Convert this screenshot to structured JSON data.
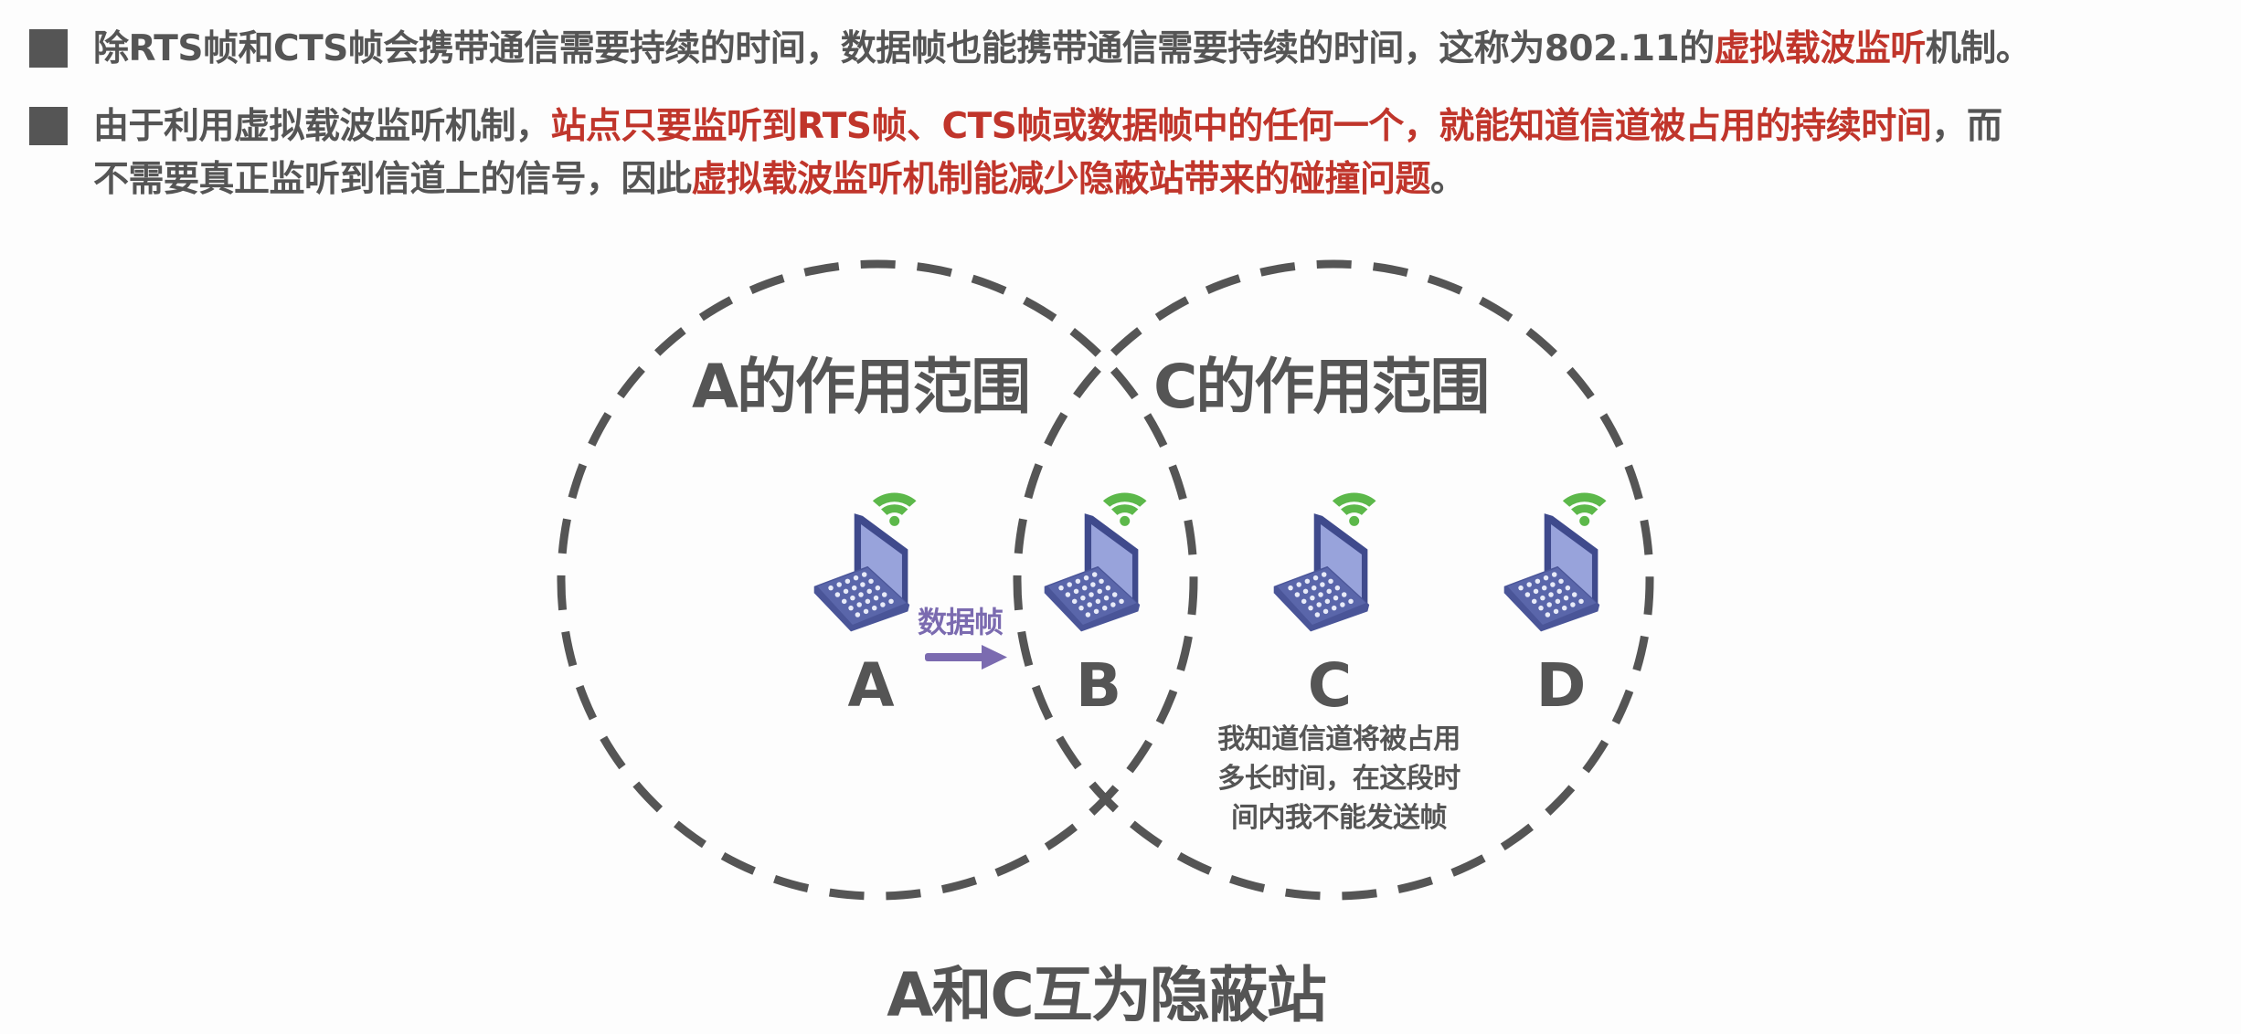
{
  "colors": {
    "text_gray": "#555555",
    "highlight_red": "#c0352b",
    "arrow_purple": "#7b6bb0",
    "laptop_blue": "#4a5598",
    "screen_blue": "#98a3db",
    "wifi_green": "#5cb84a",
    "circle_dash": "#555555"
  },
  "bullets": [
    {
      "icon": "square-bullet-icon",
      "segments": [
        {
          "text": "除RTS帧和CTS帧会携带通信需要持续的时间，数据帧也能携带通信需要持续的时间，这称为802.11的",
          "highlight": false
        },
        {
          "text": "虚拟载波监听",
          "highlight": true
        },
        {
          "text": "机制。",
          "highlight": false
        }
      ]
    },
    {
      "icon": "square-bullet-icon",
      "line1": [
        {
          "text": "由于利用虚拟载波监听机制，",
          "highlight": false
        },
        {
          "text": "站点只要监听到RTS帧、CTS帧或数据帧中的任何一个，就能知道信道被占用的持续时间",
          "highlight": true
        },
        {
          "text": "，而",
          "highlight": false
        }
      ],
      "line2": [
        {
          "text": "不需要真正监听到信道上的信号，因此",
          "highlight": false
        },
        {
          "text": "虚拟载波监听机制能减少隐蔽站带来的碰撞问题",
          "highlight": true
        },
        {
          "text": "。",
          "highlight": false
        }
      ]
    }
  ],
  "diagram": {
    "ranges": [
      {
        "title": "A的作用范围",
        "owner": "A"
      },
      {
        "title": "C的作用范围",
        "owner": "C"
      }
    ],
    "stations": [
      {
        "label": "A",
        "icon": "laptop-wifi-icon"
      },
      {
        "label": "B",
        "icon": "laptop-wifi-icon"
      },
      {
        "label": "C",
        "icon": "laptop-wifi-icon"
      },
      {
        "label": "D",
        "icon": "laptop-wifi-icon"
      }
    ],
    "transmission": {
      "label": "数据帧",
      "from": "A",
      "to": "B",
      "icon": "right-arrow-icon"
    },
    "note_c": [
      "我知道信道将被占用",
      "多长时间，在这段时",
      "间内我不能发送帧"
    ],
    "caption": "A和C互为隐蔽站"
  }
}
